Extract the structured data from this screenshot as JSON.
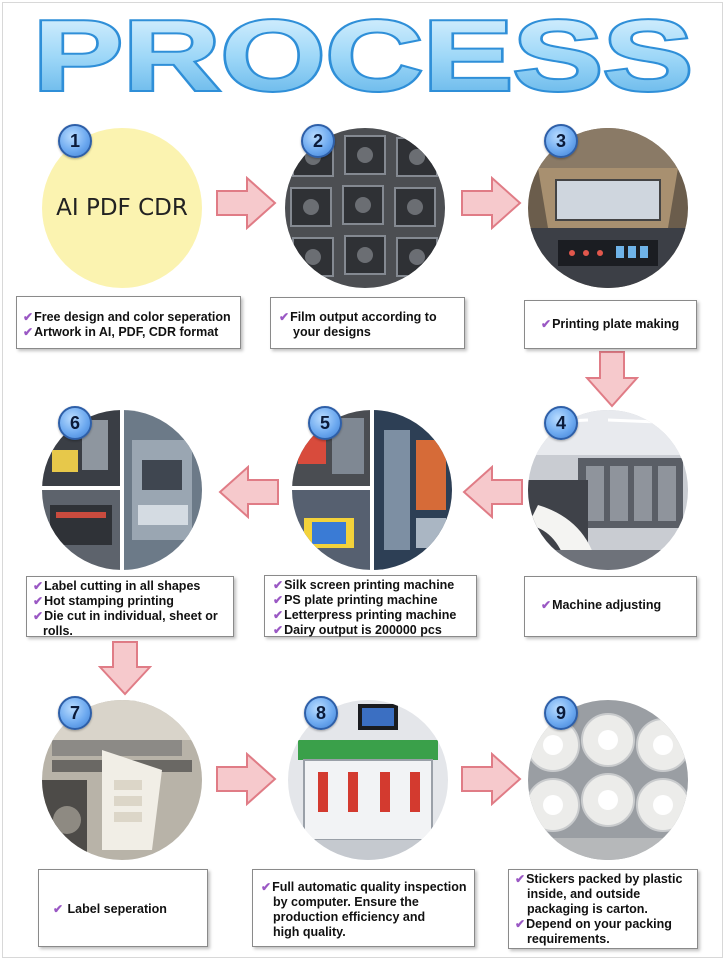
{
  "title": "PROCESS",
  "step1_circle_text": "AI PDF CDR",
  "steps": [
    {
      "number": "1",
      "lines": [
        "Free design and color seperation",
        "Artwork in AI, PDF, CDR format"
      ]
    },
    {
      "number": "2",
      "lines": [
        "Film output according to",
        "your designs"
      ]
    },
    {
      "number": "3",
      "lines": [
        "Printing plate making"
      ]
    },
    {
      "number": "4",
      "lines": [
        "Machine adjusting"
      ]
    },
    {
      "number": "5",
      "lines": [
        "Silk screen printing machine",
        "PS plate printing machine",
        "Letterpress printing machine",
        "Dairy output is 200000 pcs"
      ]
    },
    {
      "number": "6",
      "lines": [
        "Label cutting in all shapes",
        "Hot stamping printing",
        "Die cut in individual, sheet or",
        "rolls."
      ]
    },
    {
      "number": "7",
      "lines": [
        "Label seperation"
      ]
    },
    {
      "number": "8",
      "lines": [
        "Full automatic quality inspection",
        "by computer. Ensure the",
        "production efficiency and",
        "high quality."
      ]
    },
    {
      "number": "9",
      "lines": [
        "Stickers packed by plastic",
        "inside, and  outside",
        "packaging is carton.",
        "Depend on your packing",
        "requirements."
      ]
    }
  ],
  "colors": {
    "title_fill": "#8fd0f5",
    "title_stroke": "#2f8fd8",
    "arrow_fill": "#f6c9cc",
    "arrow_stroke": "#e07c86",
    "badge": "#6eaaf0",
    "tick": "#9a58c4",
    "ai_circle": "#fbf3b0"
  },
  "icons": {
    "bullet": "check-tick-icon",
    "connector": "arrow-icon"
  }
}
